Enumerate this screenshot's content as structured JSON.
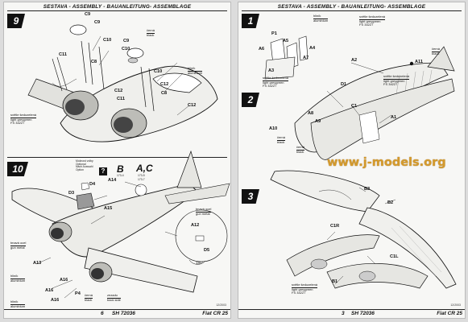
{
  "header": "SESTAVA - ASSEMBLY - BAUANLEITUNG- ASSEMBLAGE",
  "footer": {
    "left_page": "6",
    "left_code": "SH 72036",
    "right_page": "3",
    "right_code": "SH 72036",
    "model": "Fiat CR 25",
    "date": "12/2003"
  },
  "watermark": "www.j-models.org",
  "steps": [
    "9",
    "10",
    "1",
    "2",
    "3"
  ],
  "colors": {
    "cerna": "černá",
    "black": "black",
    "hlinik": "hliník",
    "aluminium": "aluminium",
    "svetle": "světle šedozelená",
    "lightgreygreen": "light greygreen",
    "fs": "FS 34227",
    "tmava": "tmavá ocel",
    "gunmetal": "gun metal",
    "zezadu": "zezadu",
    "backside": "back side"
  },
  "optional": {
    "czech": "Možnost volby",
    "en": "Optional",
    "de": "Nach Auswahl",
    "fr": "Option"
  },
  "variants": {
    "b": "B",
    "ac": "A,C"
  },
  "parts_left": [
    "C9",
    "C9",
    "C10",
    "C8",
    "C11",
    "C9",
    "C10",
    "C10",
    "C12",
    "C11",
    "C12",
    "C8",
    "C12",
    "A14",
    "D4",
    "D3",
    "A15",
    "A13",
    "A16",
    "A16",
    "A16",
    "P4",
    "A12",
    "D5",
    "173-4",
    "173-5",
    "173-7"
  ],
  "parts_right": [
    "P1",
    "A5",
    "A6",
    "A3",
    "A4",
    "A7",
    "A2",
    "A11",
    "D1",
    "C1",
    "A10",
    "A8",
    "A9",
    "A1",
    "B3",
    "B2",
    "C1R",
    "C1L",
    "B1"
  ],
  "angle": "180°"
}
